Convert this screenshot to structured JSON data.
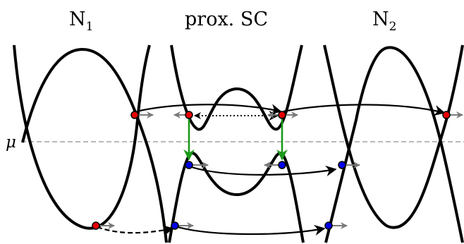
{
  "labels": {
    "region_left": "N",
    "region_left_sub": "1",
    "region_middle": "prox. SC",
    "region_right": "N",
    "region_right_sub": "2",
    "mu": "μ"
  },
  "colors": {
    "band": "#000000",
    "electron_dot": "#e60000",
    "hole_dot": "#0000e6",
    "velocity_arrow": "#7a7a7a",
    "andreev_arrow": "#1a9a1a",
    "fermi_line": "#a0a0a0"
  }
}
